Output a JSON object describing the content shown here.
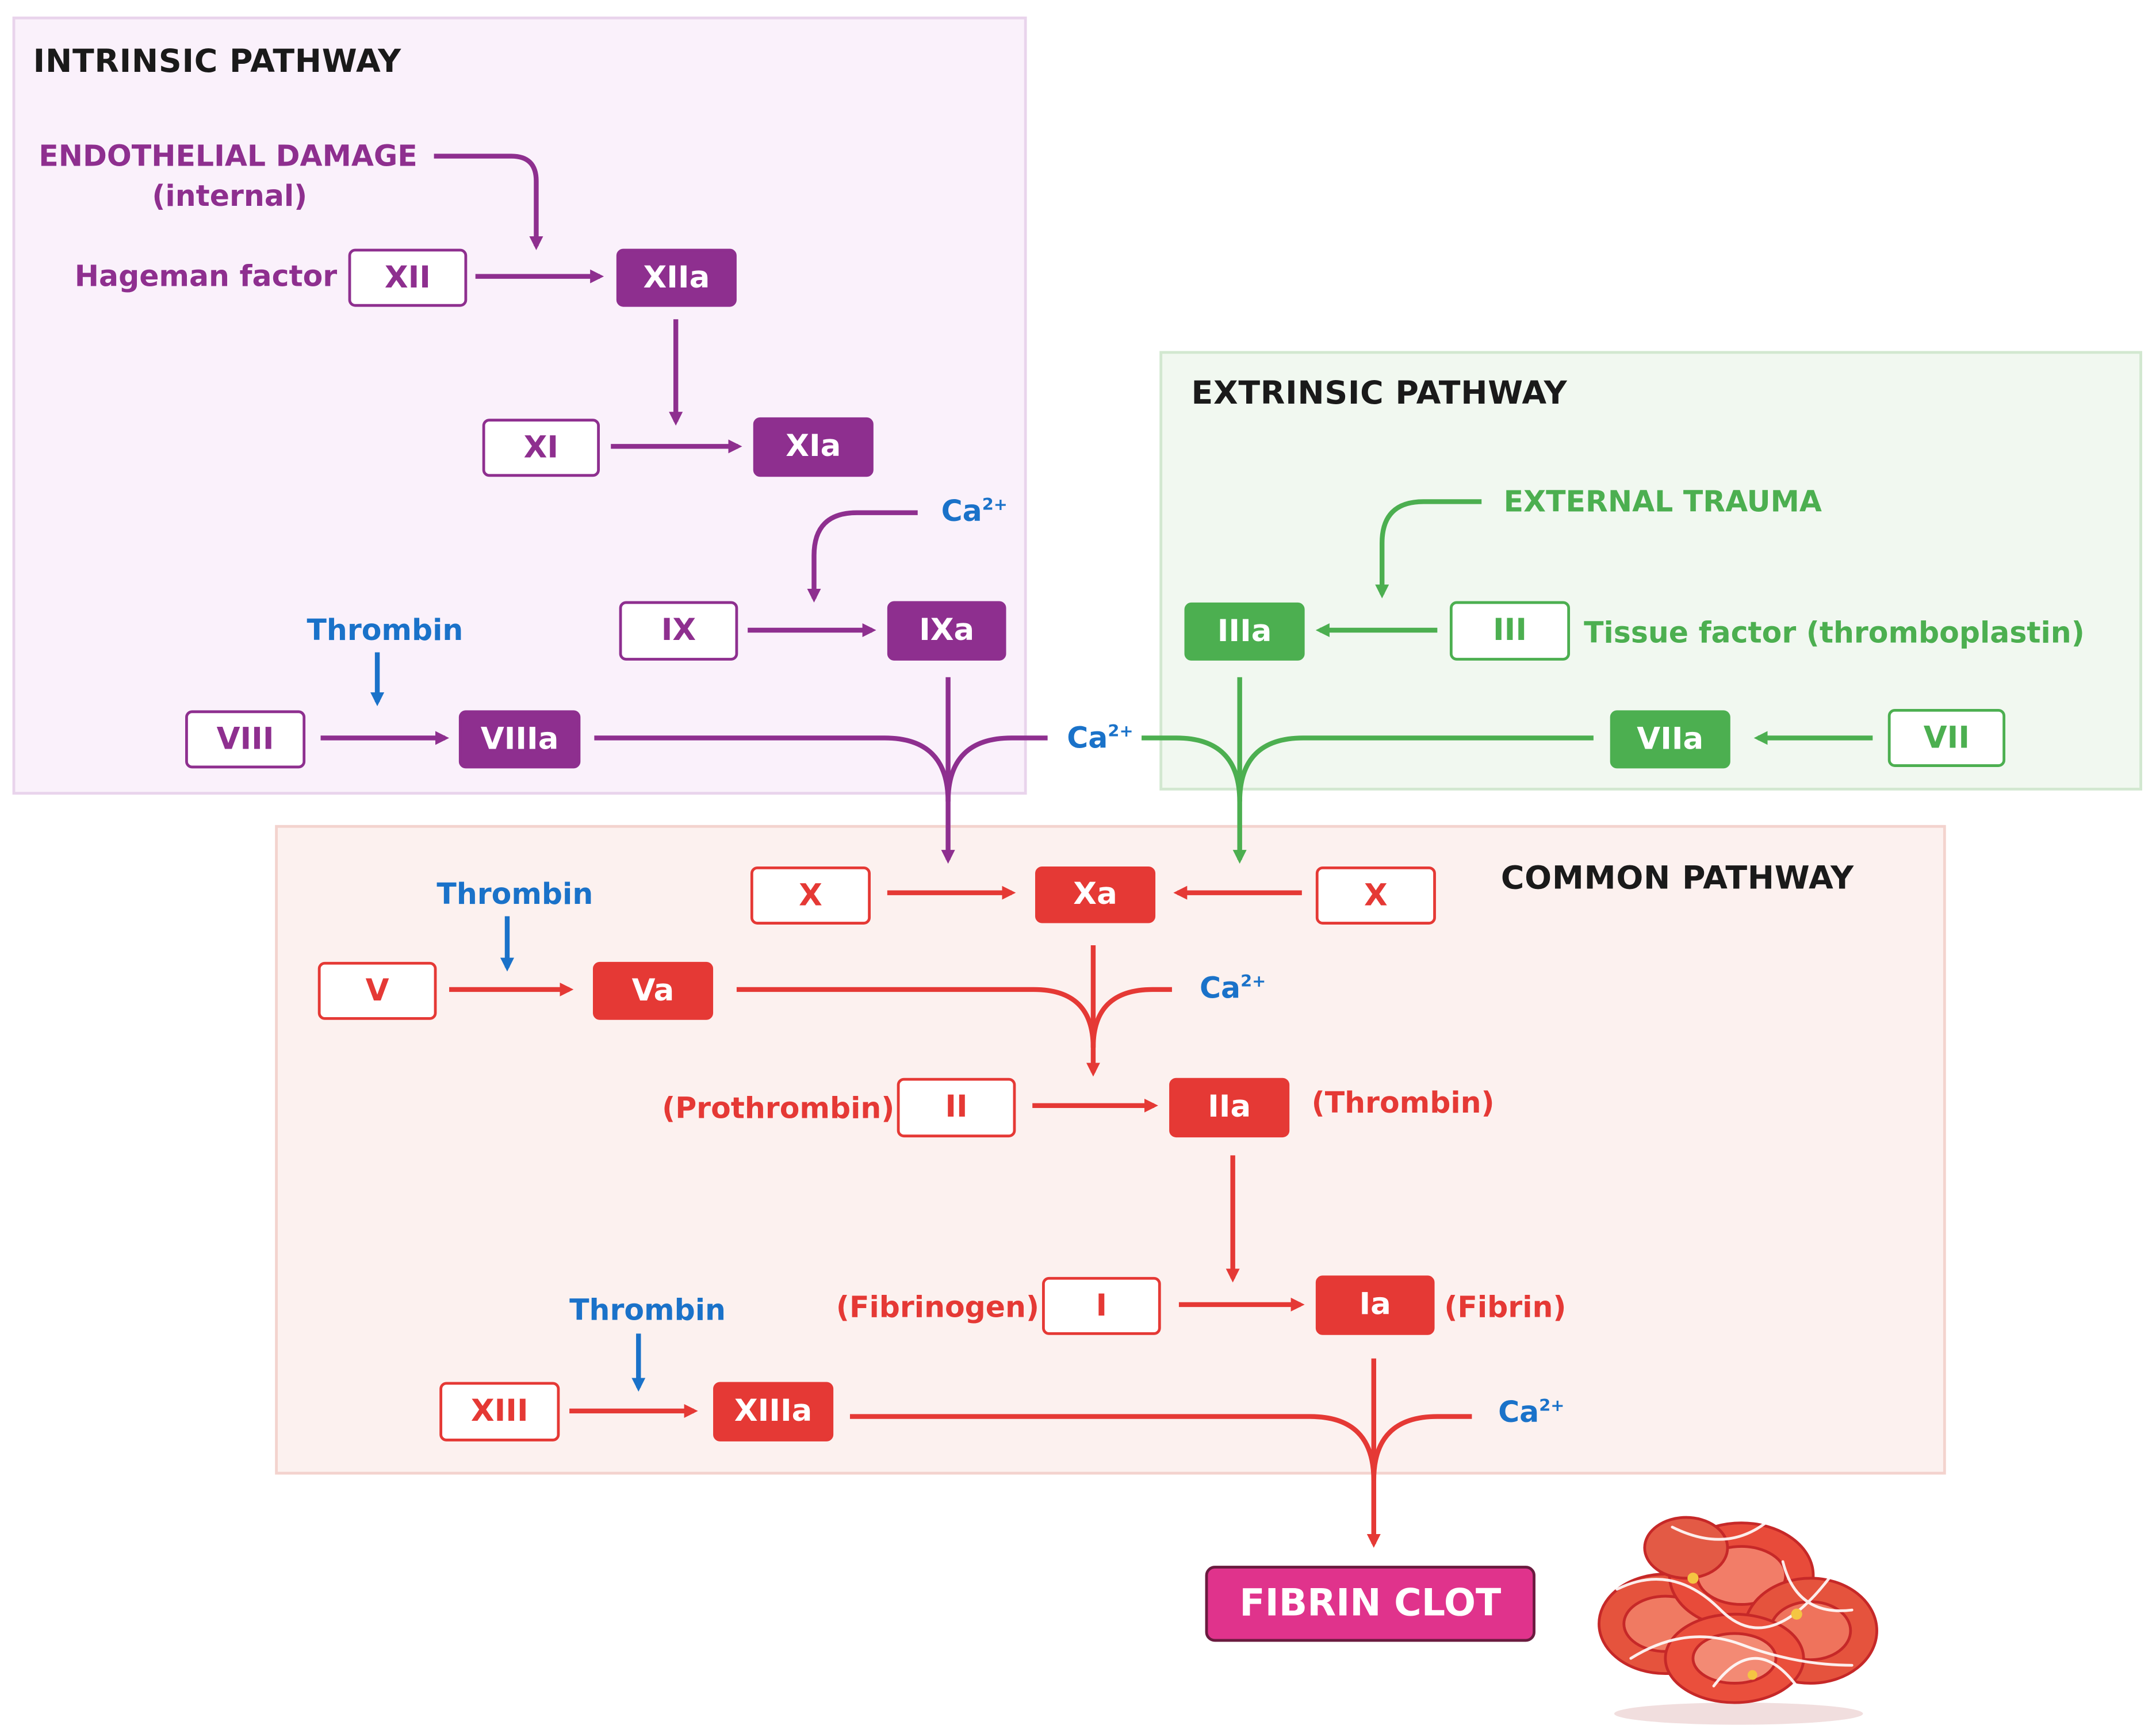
{
  "panels": {
    "intrinsic_title": "INTRINSIC PATHWAY",
    "extrinsic_title": "EXTRINSIC PATHWAY",
    "common_title": "COMMON PATHWAY"
  },
  "intrinsic": {
    "endothelial_damage": "ENDOTHELIAL DAMAGE",
    "internal": "(internal)",
    "hageman_factor": "Hageman factor",
    "XII": "XII",
    "XIIa": "XIIa",
    "XI": "XI",
    "XIa": "XIa",
    "IX": "IX",
    "IXa": "IXa",
    "VIII": "VIII",
    "VIIIa": "VIIIa",
    "thrombin": "Thrombin",
    "ca": "Ca",
    "ca_sup": "2+"
  },
  "extrinsic": {
    "external_trauma": "EXTERNAL TRAUMA",
    "III": "III",
    "IIIa": "IIIa",
    "tissue_factor": "Tissue factor (thromboplastin)",
    "VII": "VII",
    "VIIa": "VIIa",
    "ca": "Ca",
    "ca_sup": "2+"
  },
  "common": {
    "X_left": "X",
    "Xa": "Xa",
    "X_right": "X",
    "V": "V",
    "Va": "Va",
    "thrombin_v": "Thrombin",
    "ca_1": "Ca",
    "ca_1_sup": "2+",
    "prothrombin": "(Prothrombin)",
    "II": "II",
    "IIa": "IIa",
    "thrombin_label": "(Thrombin)",
    "fibrinogen": "(Fibrinogen)",
    "I": "I",
    "Ia": "Ia",
    "fibrin": "(Fibrin)",
    "thrombin_xiii": "Thrombin",
    "XIII": "XIII",
    "XIIIa": "XIIIa",
    "ca_2": "Ca",
    "ca_2_sup": "2+",
    "fibrin_clot": "FIBRIN CLOT"
  },
  "colors": {
    "intrinsic": "#8e2f8f",
    "extrinsic": "#4caf50",
    "common": "#e53935",
    "thrombin": "#1a72c9",
    "clot": "#e0338c"
  }
}
